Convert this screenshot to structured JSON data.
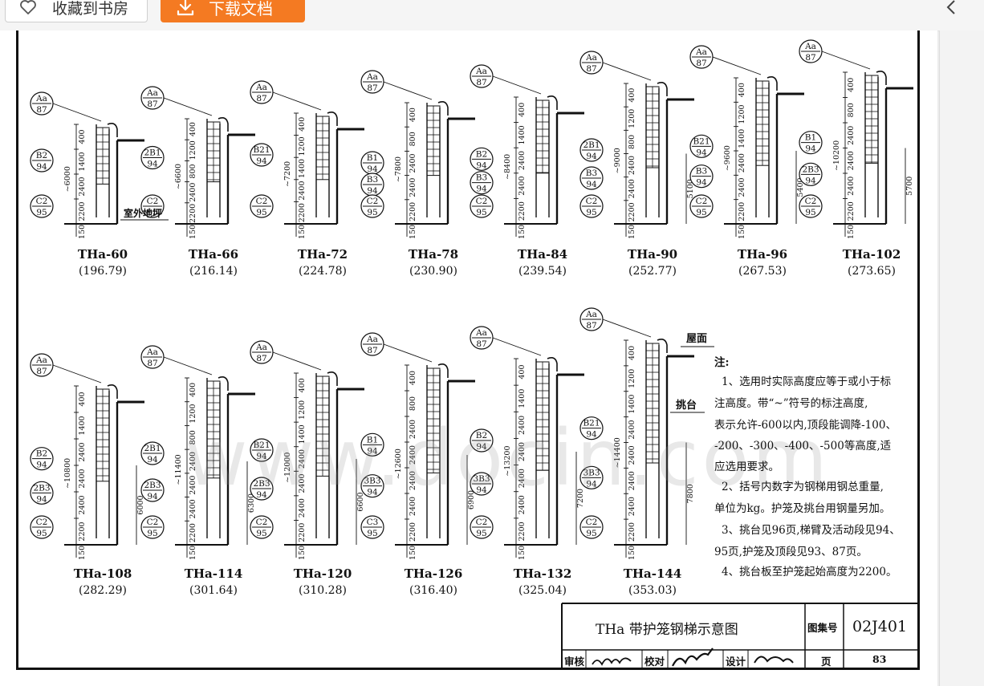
{
  "toolbar": {
    "favorite_label": "收藏到书房",
    "download_label": "下载文档",
    "icons": [
      "heart-icon",
      "download-icon",
      "chevron-left-icon"
    ]
  },
  "watermark": "www.docin.com",
  "ladders": [
    {
      "name": "THa-60",
      "weight": "(196.79)",
      "height": "~6000",
      "refs": [
        "B2|94",
        "C2|95"
      ],
      "dims": [
        "400",
        "1400",
        "2400",
        "2200",
        "150"
      ]
    },
    {
      "name": "THa-66",
      "weight": "(216.14)",
      "height": "~6600",
      "refs": [
        "2B1|94",
        "C2|95"
      ],
      "dims": [
        "400",
        "1200",
        "800",
        "2400",
        "2200",
        "150"
      ]
    },
    {
      "name": "THa-72",
      "weight": "(224.78)",
      "height": "~7200",
      "refs": [
        "B21|94",
        "C2|95"
      ],
      "dims": [
        "400",
        "1200",
        "1400",
        "2400",
        "2200",
        "150"
      ]
    },
    {
      "name": "THa-78",
      "weight": "(230.90)",
      "height": "~7800",
      "refs": [
        "B1|94",
        "B3|94",
        "C2|95"
      ],
      "dims": [
        "400",
        "800",
        "2400",
        "2400",
        "2200",
        "150"
      ]
    },
    {
      "name": "THa-84",
      "weight": "(239.54)",
      "height": "~8400",
      "refs": [
        "B2|94",
        "B3|94",
        "C2|95"
      ],
      "dims": [
        "400",
        "1400",
        "2400",
        "2400",
        "2200",
        "150"
      ]
    },
    {
      "name": "THa-90",
      "weight": "(252.77)",
      "height": "~9000",
      "refs": [
        "2B1|94",
        "B3|94",
        "C2|95"
      ],
      "dims": [
        "400",
        "1200",
        "800",
        "2400",
        "2400",
        "2200",
        "150"
      ],
      "side": "5100"
    },
    {
      "name": "THa-96",
      "weight": "(267.53)",
      "height": "~9600",
      "refs": [
        "B21|94",
        "B3|94",
        "C2|95"
      ],
      "dims": [
        "400",
        "1200",
        "1400",
        "2400",
        "2400",
        "2200",
        "150"
      ],
      "side": "5400"
    },
    {
      "name": "THa-102",
      "weight": "(273.65)",
      "height": "~10200",
      "refs": [
        "B1|94",
        "2B3|94",
        "C2|95"
      ],
      "dims": [
        "400",
        "800",
        "2400",
        "2400",
        "2400",
        "2200",
        "150"
      ],
      "side": "5700"
    },
    {
      "name": "THa-108",
      "weight": "(282.29)",
      "height": "~10800",
      "refs": [
        "B2|94",
        "2B3|94",
        "C2|95"
      ],
      "dims": [
        "400",
        "1400",
        "2400",
        "2400",
        "2400",
        "2200",
        "150"
      ],
      "side": "6000"
    },
    {
      "name": "THa-114",
      "weight": "(301.64)",
      "height": "~11400",
      "refs": [
        "2B1|94",
        "2B3|94",
        "C2|95"
      ],
      "dims": [
        "400",
        "1200",
        "800",
        "2400",
        "2400",
        "2400",
        "2200",
        "150"
      ],
      "side": "6300"
    },
    {
      "name": "THa-120",
      "weight": "(310.28)",
      "height": "~12000",
      "refs": [
        "B21|94",
        "2B3|94",
        "C2|95"
      ],
      "dims": [
        "400",
        "1200",
        "1400",
        "2400",
        "2400",
        "2400",
        "2200",
        "150"
      ],
      "side": "6600"
    },
    {
      "name": "THa-126",
      "weight": "(316.40)",
      "height": "~12600",
      "refs": [
        "B1|94",
        "3B3|94",
        "C3|95"
      ],
      "dims": [
        "400",
        "800",
        "2400",
        "2400",
        "2400",
        "2400",
        "2200",
        "150"
      ],
      "side": "6900"
    },
    {
      "name": "THa-132",
      "weight": "(325.04)",
      "height": "~13200",
      "refs": [
        "B2|94",
        "3B3|94",
        "C2|95"
      ],
      "dims": [
        "400",
        "1400",
        "2400",
        "2400",
        "2400",
        "2400",
        "2200",
        "150"
      ],
      "side": "7200"
    },
    {
      "name": "THa-144",
      "weight": "(353.03)",
      "height": "~14400",
      "refs": [
        "B21|94",
        "3B3|94",
        "C2|95"
      ],
      "dims": [
        "400",
        "1200",
        "1400",
        "2400",
        "2400",
        "2400",
        "2400",
        "2200",
        "150"
      ],
      "side": "7800"
    }
  ],
  "ref_top": "Aa|87",
  "labels": {
    "ground": "室外地坪",
    "roof": "屋面",
    "platform": "挑台"
  },
  "notes": {
    "title": "注:",
    "lines": [
      "1、选用时实际高度应等于或小于标",
      "注高度。带“~”符号的标注高度,",
      "表示允许-600以内,顶段能调降-100、",
      "-200、-300、-400、-500等高度,适",
      "应选用要求。",
      "2、括号内数字为钢梯用钢总重量,",
      "单位为kg。护笼及挑台用钢量另加。",
      "3、挑台见96页,梯臂及活动段见94、",
      "95页,护笼及顶段见93、87页。",
      "4、挑台板至护笼起始高度为2200。"
    ]
  },
  "title_block": {
    "title": "THa 带护笼钢梯示意图",
    "atlas_label": "图集号",
    "atlas_no": "02J401",
    "review_label": "审核",
    "check_label": "校对",
    "design_label": "设计",
    "page_label": "页",
    "page_no": "83",
    "signatures": [
      "王祖光",
      "李正刚",
      "沈嘉"
    ]
  }
}
